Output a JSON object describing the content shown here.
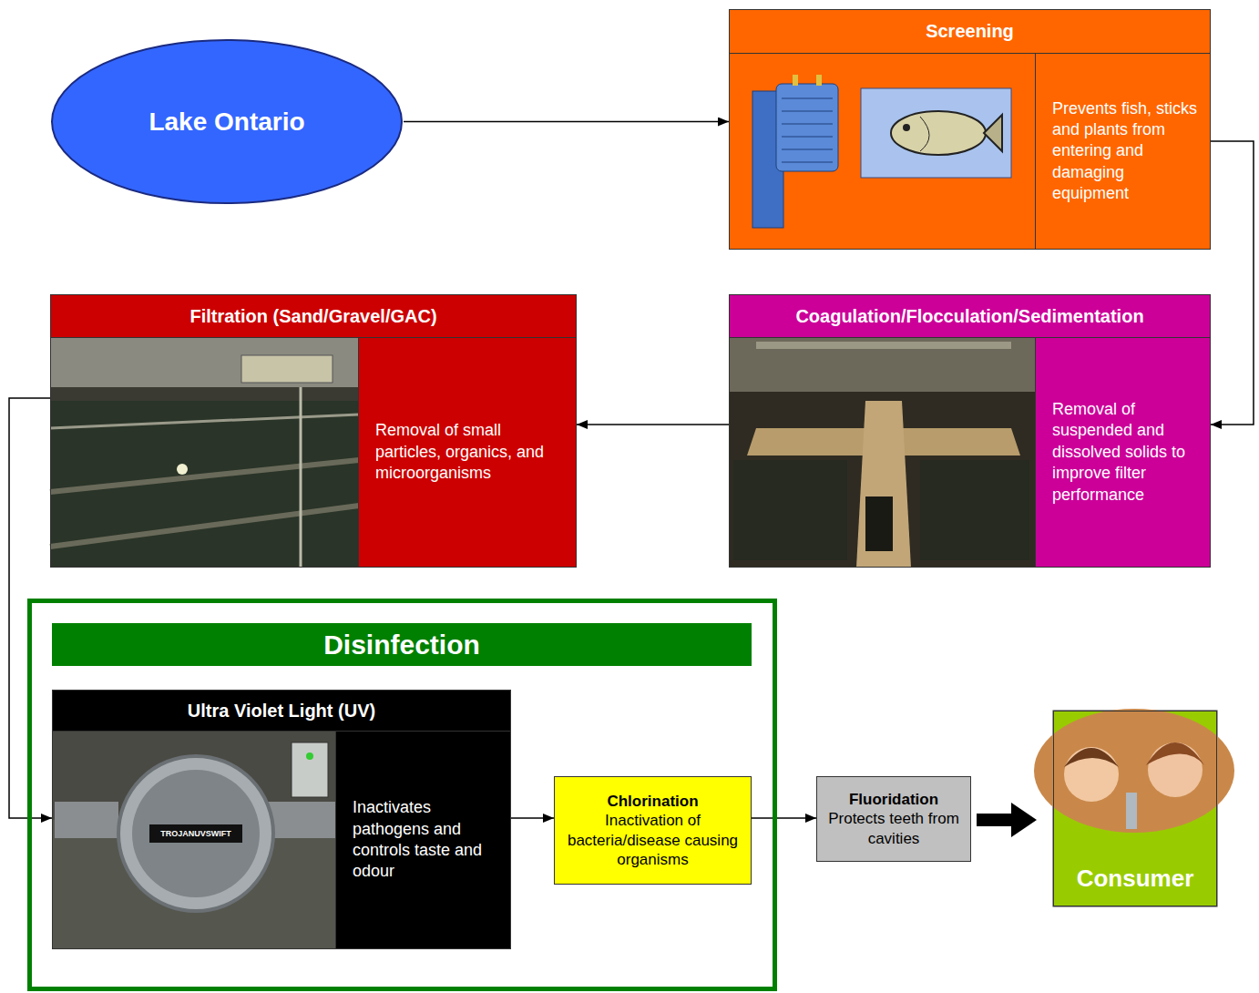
{
  "diagram": {
    "nodes": [
      {
        "text": [
          "Lake Ontario"
        ]
      },
      {
        "text": [
          "Screening",
          "Prevents fish, sticks and plants from entering and damaging equipment"
        ]
      },
      {
        "text": [
          "Coagulation/Flocculation/Sedimentation",
          "Removal of suspended and dissolved solids to improve filter performance"
        ]
      },
      {
        "text": [
          "Filtration (Sand/Gravel/GAC)",
          "Removal of small particles, organics, and microorganisms"
        ]
      },
      {
        "text": [
          "Disinfection"
        ]
      },
      {
        "text": [
          "Ultra Violet Light (UV)",
          "Inactivates pathogens and controls taste and odour"
        ],
        "in": 4
      },
      {
        "text": [
          "Chlorination",
          "Inactivation of bacteria/disease causing organisms"
        ],
        "in": 4
      },
      {
        "text": [
          "Fluoridation",
          "Protects teeth from cavities"
        ]
      },
      {
        "text": [
          "Consumer"
        ]
      }
    ],
    "edges": [
      {
        "from": 0,
        "to": 1,
        "arrow": "to"
      },
      {
        "from": 1,
        "to": 2,
        "arrow": "to"
      },
      {
        "from": 2,
        "to": 3,
        "arrow": "to"
      },
      {
        "from": 3,
        "to": 5,
        "arrow": "to"
      },
      {
        "from": 5,
        "to": 6,
        "arrow": "to"
      },
      {
        "from": 6,
        "to": 7,
        "arrow": "to"
      },
      {
        "from": 7,
        "to": 8,
        "arrow": "to"
      }
    ],
    "labels": [
      "TROJANUVSWIFT"
    ]
  }
}
